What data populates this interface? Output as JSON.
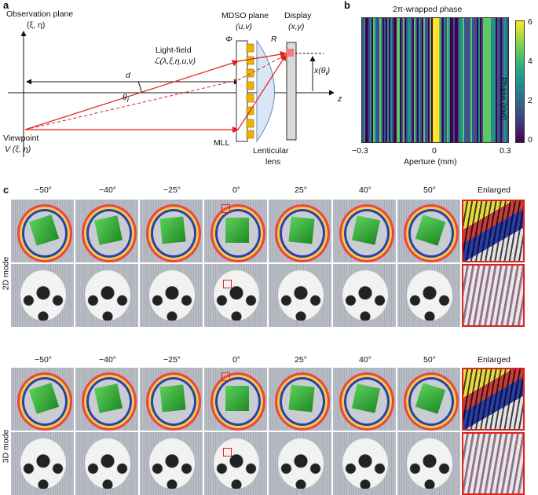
{
  "panel_a": {
    "letter": "a",
    "observation_plane": "Observation plane",
    "observation_coords": "(ξ, η)",
    "mdso_plane": "MDSO plane",
    "mdso_coords": "(u,v)",
    "display": "Display",
    "display_coords": "(x,y)",
    "phi": "Φ",
    "r_label": "R",
    "light_field": "Light-field",
    "light_field_expr": "ℒ(λ,ξ,η,u,v)",
    "d_label": "d",
    "theta_label": "θ",
    "theta_sub": "i",
    "x_theta": "x(θ",
    "x_theta_sub": "i",
    "x_theta_close": ")",
    "z_label": "z",
    "viewpoint": "Viewpoint",
    "viewpoint_expr": "V (ξ, η)",
    "mll": "MLL",
    "lenticular": "Lenticular",
    "lens": "lens"
  },
  "panel_b": {
    "letter": "b",
    "title": "2π-wrapped phase",
    "colorbar_label": "Phase (rad)",
    "colorbar_ticks": [
      "6",
      "4",
      "2",
      "0"
    ],
    "x_ticks": [
      "−0.3",
      "0",
      "0.3"
    ],
    "x_label": "Aperture (mm)",
    "colors": [
      "#440154",
      "#3b528b",
      "#21918c",
      "#5ec962",
      "#fde725"
    ]
  },
  "panel_c": {
    "letter": "c",
    "angles": [
      "−50°",
      "−40°",
      "−25°",
      "0°",
      "25°",
      "40°",
      "50°",
      "Enlarged"
    ],
    "mode_2d": "2D mode",
    "mode_3d": "3D mode"
  }
}
